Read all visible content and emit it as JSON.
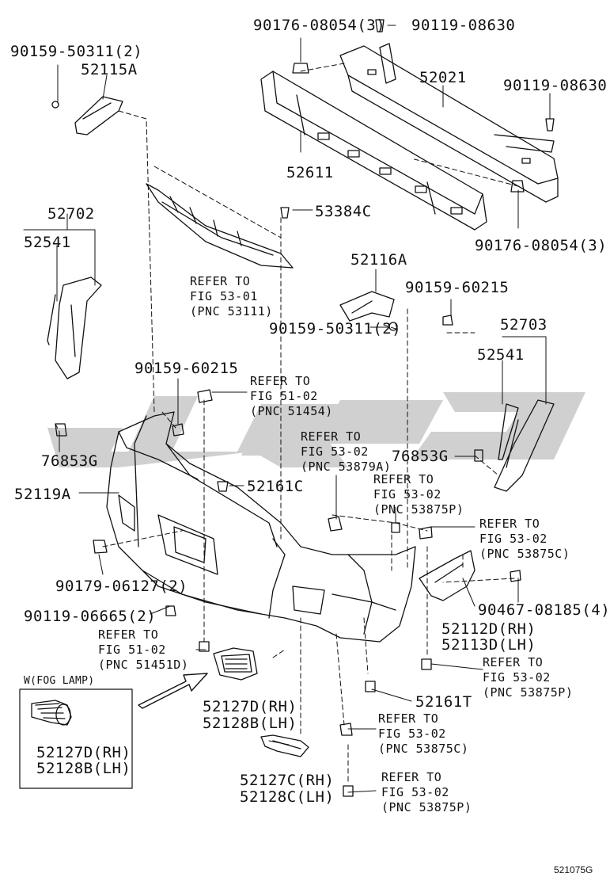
{
  "labels": {
    "p90176_a": "90176-08054(3)",
    "p90119_a": "90119-08630",
    "p90159_tl": "90159-50311(2)",
    "p52115a": "52115A",
    "p52021": "52021",
    "p90119_b": "90119-08630",
    "p52611": "52611",
    "p52702": "52702",
    "p53384c": "53384C",
    "p52541_l": "52541",
    "p90176_b": "90176-08054(3)",
    "p52116a": "52116A",
    "p90159_60215_r": "90159-60215",
    "p90159_50311_m": "90159-50311(2)",
    "p52703": "52703",
    "p52541_r": "52541",
    "p90159_60215_l": "90159-60215",
    "p76853g_l": "76853G",
    "p76853g_r": "76853G",
    "p52119a": "52119A",
    "p52161c": "52161C",
    "p90179": "90179-06127(2)",
    "p90119_06665": "90119-06665(2)",
    "p52112d": "52112D(RH)",
    "p52113d": "52113D(LH)",
    "p90467": "90467-08185(4)",
    "p52161t": "52161T",
    "p52127d_c": "52127D(RH)",
    "p52128b_c": "52128B(LH)",
    "p52127d_b": "52127D(RH)",
    "p52128b_b": "52128B(LH)",
    "p52127c": "52127C(RH)",
    "p52128c": "52128C(LH)",
    "fog_lamp": "W(FOG LAMP)",
    "diagram_code": "521075G"
  },
  "refs": {
    "r1": [
      "REFER TO",
      "FIG 53-01",
      "(PNC 53111)"
    ],
    "r2": [
      "REFER TO",
      "FIG 51-02",
      "(PNC 51454)"
    ],
    "r3": [
      "REFER TO",
      "FIG 53-02",
      "(PNC 53879A)"
    ],
    "r4": [
      "REFER TO",
      "FIG 53-02",
      "(PNC 53875P)"
    ],
    "r5": [
      "REFER TO",
      "FIG 53-02",
      "(PNC 53875C)"
    ],
    "r6": [
      "REFER TO",
      "FIG 51-02",
      "(PNC 51451D)"
    ],
    "r7": [
      "REFER TO",
      "FIG 53-02",
      "(PNC 53875P)"
    ],
    "r8": [
      "REFER TO",
      "FIG 53-02",
      "(PNC 53875C)"
    ],
    "r9": [
      "REFER TO",
      "FIG 53-02",
      "(PNC 53875P)"
    ]
  },
  "icons": {
    "watermark": "gray-stripe-logo",
    "arrow": "hollow-direction-arrow"
  },
  "colors": {
    "line": "#111111",
    "watermark": "#c8c8c8"
  }
}
